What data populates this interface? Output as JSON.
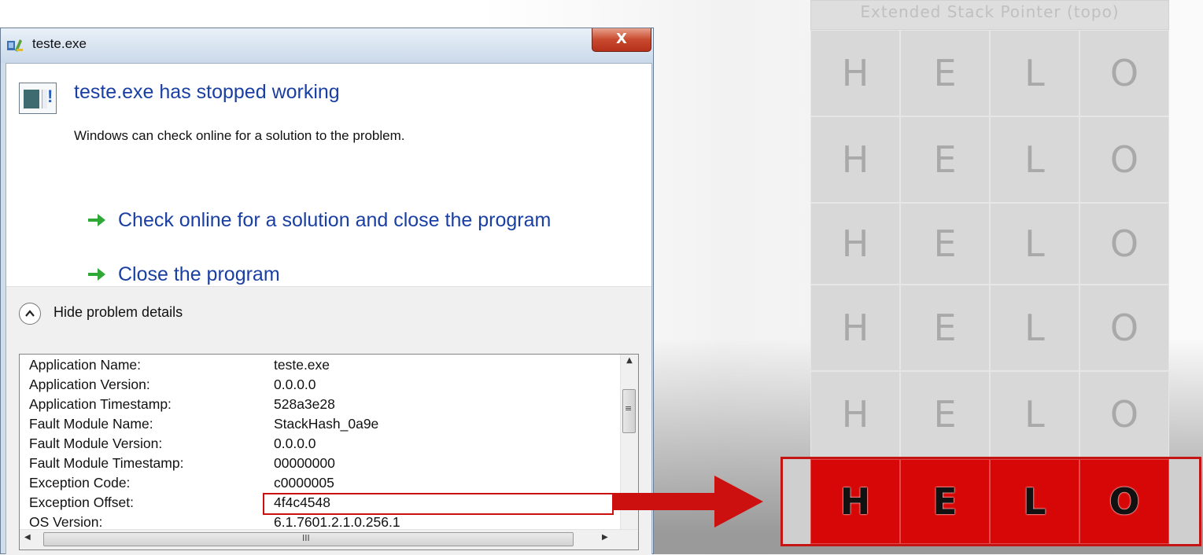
{
  "window": {
    "title": "teste.exe",
    "close_label": "X",
    "heading": "teste.exe has stopped working",
    "description": "Windows can check online for a solution to the problem.",
    "actions": [
      {
        "label": "Check online for a solution and close the program",
        "icon": "green-arrow-icon"
      },
      {
        "label": "Close the program",
        "icon": "green-arrow-icon"
      }
    ],
    "details_toggle": "Hide problem details",
    "details": [
      {
        "key": "Application Name:",
        "value": "teste.exe"
      },
      {
        "key": "Application Version:",
        "value": "0.0.0.0"
      },
      {
        "key": "Application Timestamp:",
        "value": "528a3e28"
      },
      {
        "key": "Fault Module Name:",
        "value": "StackHash_0a9e"
      },
      {
        "key": "Fault Module Version:",
        "value": "0.0.0.0"
      },
      {
        "key": "Fault Module Timestamp:",
        "value": "00000000"
      },
      {
        "key": "Exception Code:",
        "value": "c0000005"
      },
      {
        "key": "Exception Offset:",
        "value": "4f4c4548"
      },
      {
        "key": "OS Version:",
        "value": "6.1.7601.2.1.0.256.1"
      }
    ],
    "scroll_grip": "III"
  },
  "stack": {
    "label": "Extended Stack Pointer (topo)",
    "rows": [
      [
        "H",
        "E",
        "L",
        "O"
      ],
      [
        "H",
        "E",
        "L",
        "O"
      ],
      [
        "H",
        "E",
        "L",
        "O"
      ],
      [
        "H",
        "E",
        "L",
        "O"
      ],
      [
        "H",
        "E",
        "L",
        "O"
      ]
    ],
    "highlighted_row": [
      "H",
      "E",
      "L",
      "O"
    ]
  },
  "colors": {
    "accent_red": "#cc1010",
    "link_blue": "#1a3fa3",
    "arrow_green": "#2fa836"
  }
}
